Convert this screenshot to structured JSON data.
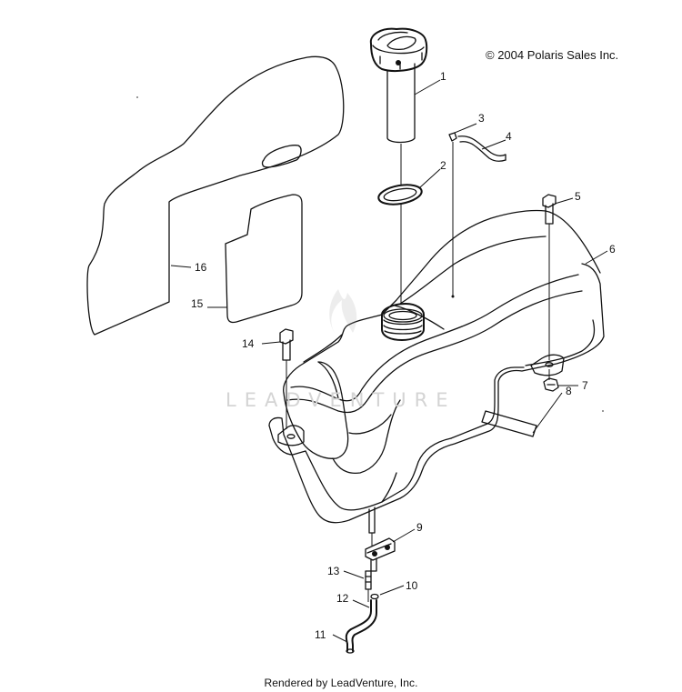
{
  "copyright": "© 2004 Polaris Sales Inc.",
  "footer": "Rendered by LeadVenture, Inc.",
  "watermark": "LEADVENTURE",
  "callouts": {
    "c1": "1",
    "c2": "2",
    "c3": "3",
    "c4": "4",
    "c5": "5",
    "c6": "6",
    "c7": "7",
    "c8": "8",
    "c9": "9",
    "c10": "10",
    "c11": "11",
    "c12": "12",
    "c13": "13",
    "c14": "14",
    "c15": "15",
    "c16": "16"
  }
}
